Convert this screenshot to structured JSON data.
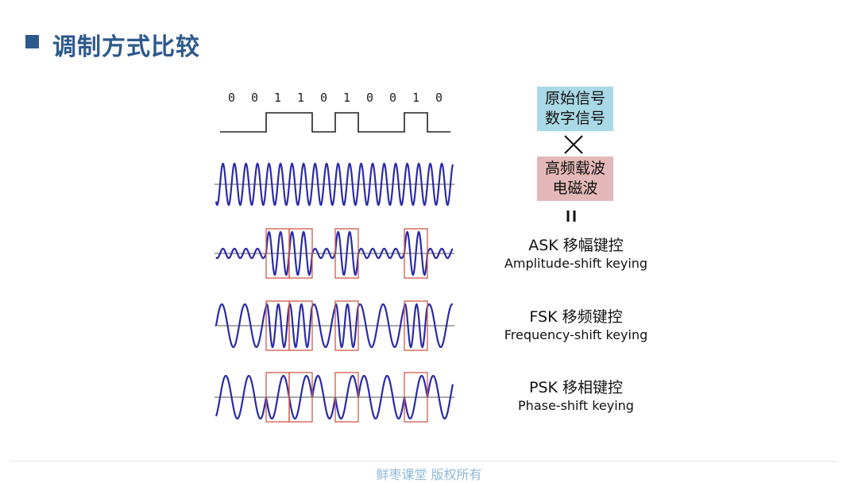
{
  "title": "调制方式比较",
  "bits": [
    "0",
    "0",
    "1",
    "1",
    "0",
    "1",
    "0",
    "0",
    "1",
    "0"
  ],
  "boxes": {
    "original": [
      "原始信号",
      "数字信号"
    ],
    "carrier": [
      "高频载波",
      "电磁波"
    ]
  },
  "operators": {
    "equals": "="
  },
  "labels": [
    {
      "main": "ASK 移幅键控",
      "sub": "Amplitude-shift keying"
    },
    {
      "main": "FSK 移频键控",
      "sub": "Frequency-shift keying"
    },
    {
      "main": "PSK 移相键控",
      "sub": "Phase-shift keying"
    }
  ],
  "footer": "鲜枣课堂   版权所有",
  "colors": {
    "title": "#2d5a8c",
    "wave": "#2b2ba8",
    "highlight": "#d05a4a",
    "box_blue": "#a9d8e6",
    "box_pink": "#e4b8b8"
  }
}
